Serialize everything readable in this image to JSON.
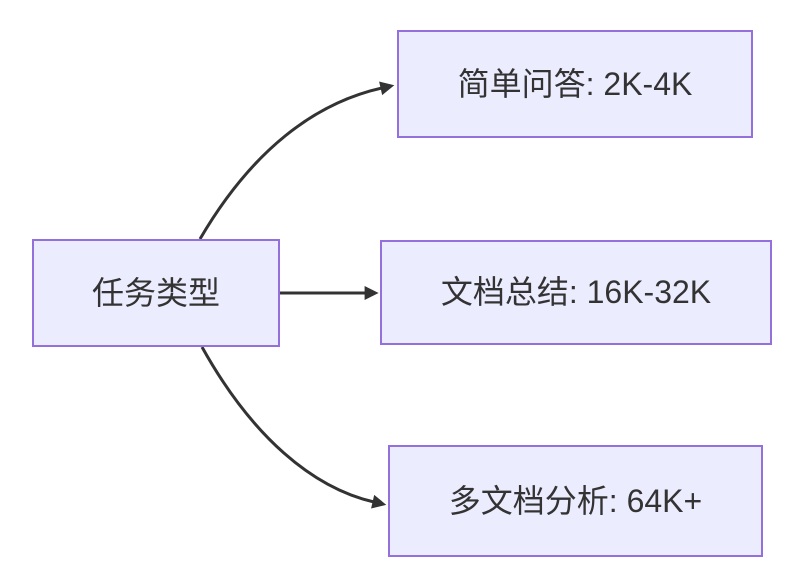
{
  "diagram": {
    "type": "flowchart-left-to-right",
    "background_color": "#ffffff",
    "node_fill_color": "#ECECFF",
    "node_border_color": "#9370DB",
    "node_text_color": "#333333",
    "edge_color": "#333333",
    "root_node": {
      "label": "任务类型"
    },
    "branch_nodes": [
      {
        "label": "简单问答: 2K-4K"
      },
      {
        "label": "文档总结: 16K-32K"
      },
      {
        "label": "多文档分析: 64K+"
      }
    ]
  }
}
